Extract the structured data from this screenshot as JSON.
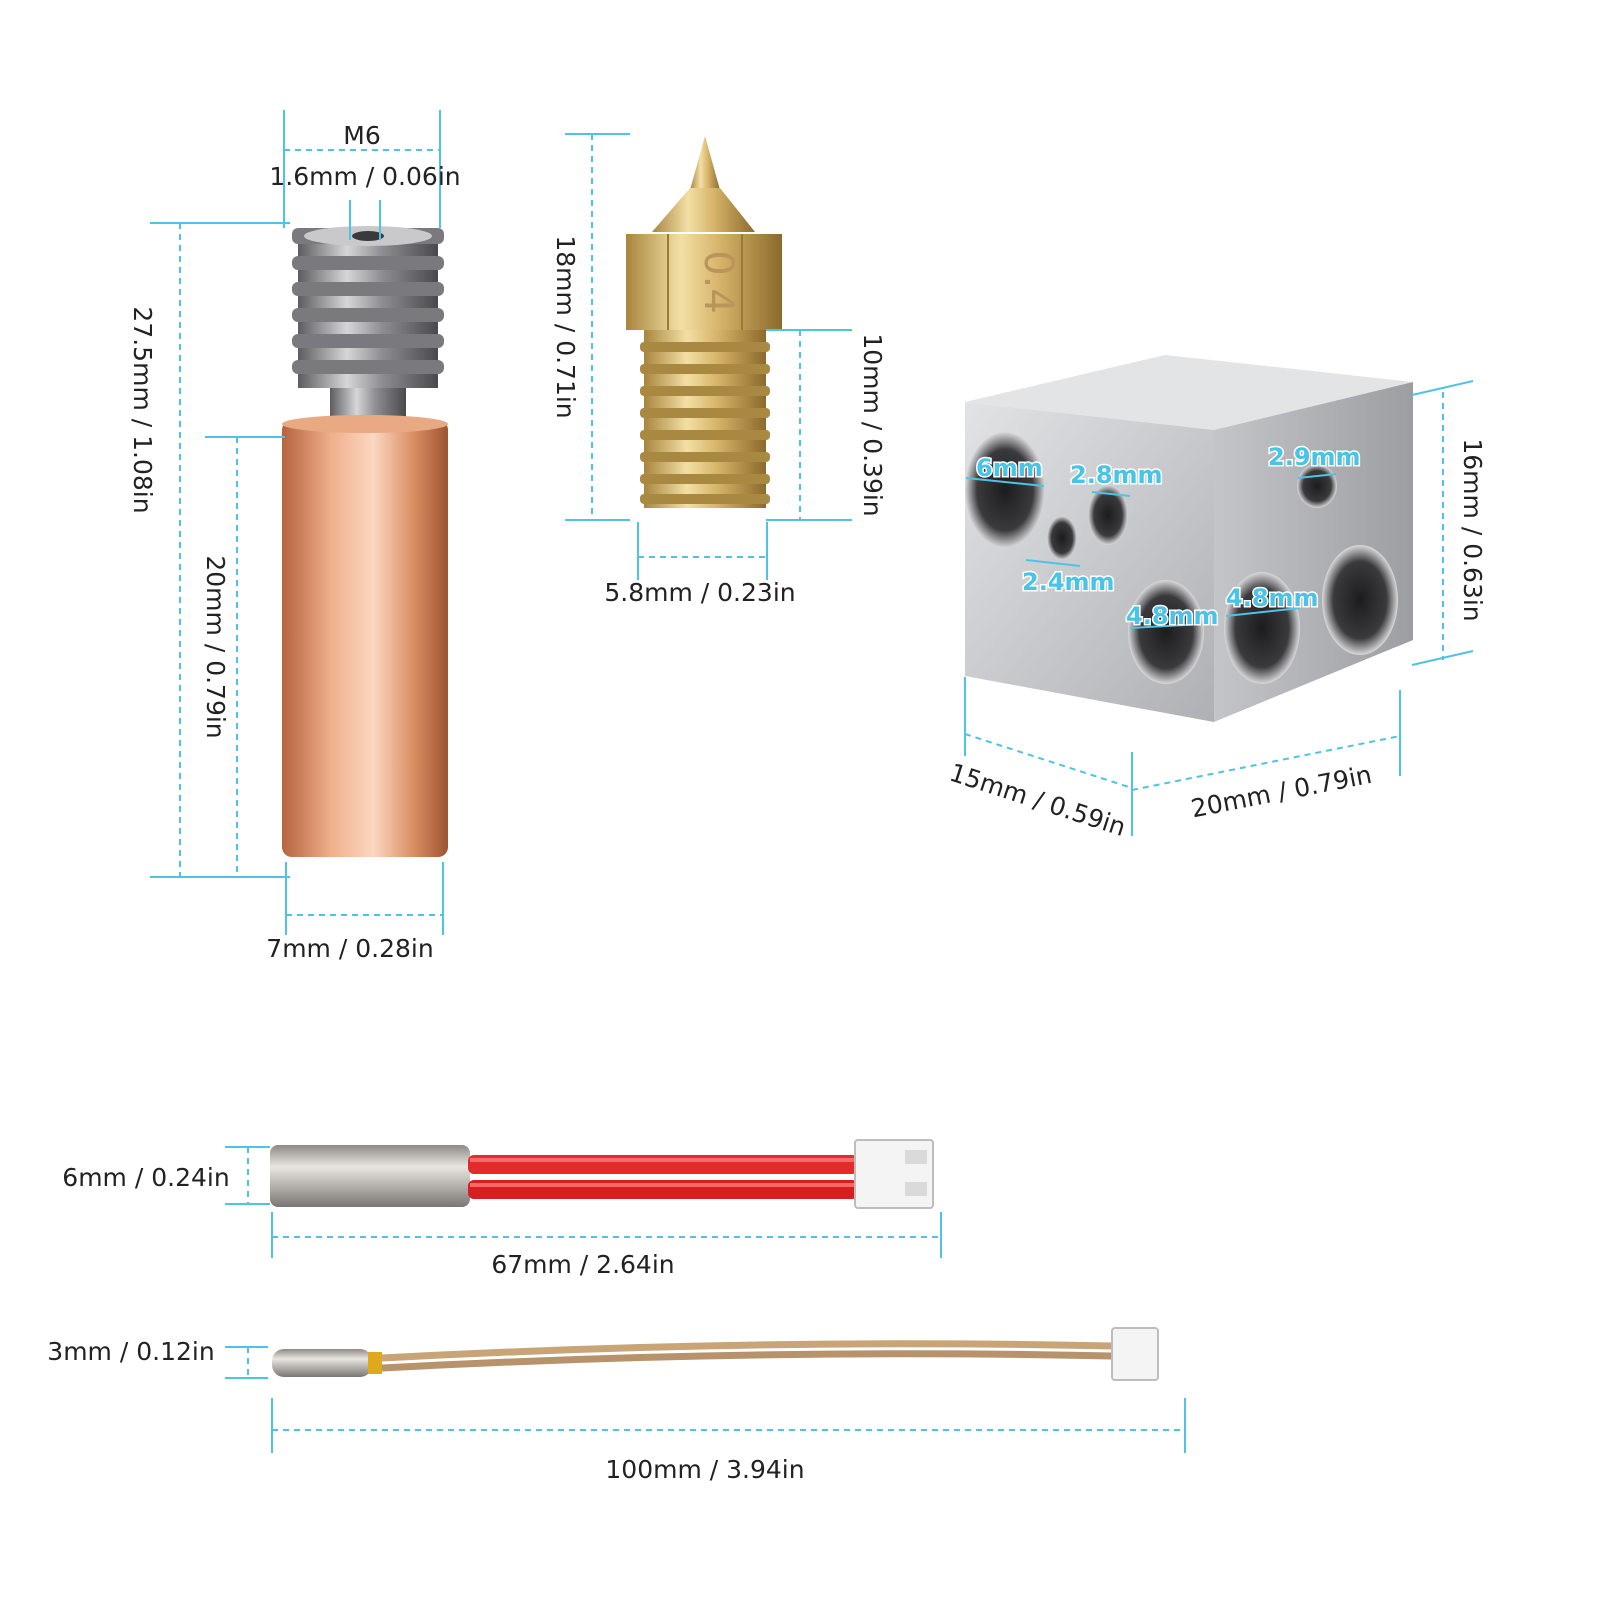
{
  "colors": {
    "dimension_line": "#4fc3e5",
    "copper": "#d48b62",
    "brass": "#d8b56a",
    "steel": "#a9a9ab",
    "block": "#c7c8ca",
    "heater_wire": "#e32b2b"
  },
  "heatbreak": {
    "thread_label": "M6",
    "bore_label": "1.6mm / 0.06in",
    "total_length_label": "27.5mm / 1.08in",
    "copper_length_label": "20mm / 0.79in",
    "diameter_label": "7mm / 0.28in"
  },
  "nozzle": {
    "engraving": "0.4",
    "total_length_label": "18mm / 0.71in",
    "thread_length_label": "10mm / 0.39in",
    "width_label": "5.8mm / 0.23in"
  },
  "heater_block": {
    "height_label": "16mm / 0.63in",
    "depth_label": "15mm / 0.59in",
    "width_label": "20mm / 0.79in",
    "holes": {
      "hole_6": "6mm",
      "hole_2_8": "2.8mm",
      "hole_2_9": "2.9mm",
      "hole_2_4": "2.4mm",
      "hole_4_8_left": "4.8mm",
      "hole_4_8_right": "4.8mm"
    }
  },
  "heater_cartridge": {
    "diameter_label": "6mm / 0.24in",
    "length_label": "67mm / 2.64in"
  },
  "thermistor": {
    "diameter_label": "3mm / 0.12in",
    "length_label": "100mm / 3.94in"
  }
}
